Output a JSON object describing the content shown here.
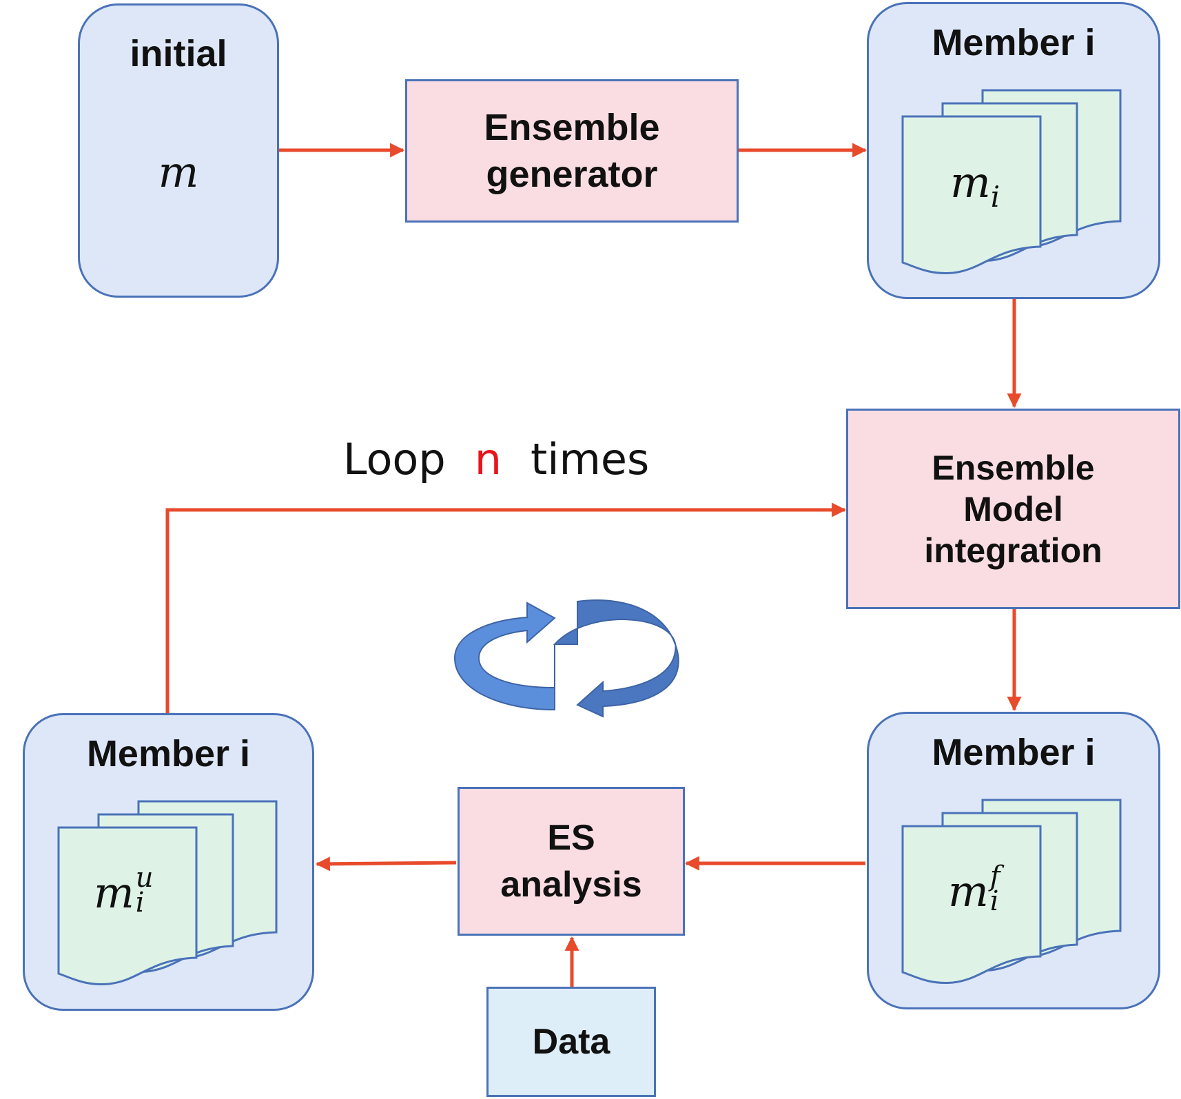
{
  "colors": {
    "arrow": "#e84a2c",
    "rounded_fill": "#dde7f8",
    "border": "#4a72b8",
    "process_fill": "#fadde2",
    "data_fill": "#ddeef9",
    "document_fill": "#def3e6",
    "loop_number": "#e8141b",
    "cycle_icon": "#5b8fdc"
  },
  "initial_box": {
    "title": "initial",
    "variable": "m"
  },
  "ensemble_generator": {
    "line1": "Ensemble",
    "line2": "generator"
  },
  "member_top_right": {
    "title": "Member i",
    "variable": "m",
    "subscript": "i",
    "superscript": ""
  },
  "ensemble_model_integration": {
    "line1": "Ensemble",
    "line2": "Model",
    "line3": "integration"
  },
  "member_bottom_right": {
    "title": "Member i",
    "variable": "m",
    "subscript": "i",
    "superscript": "f"
  },
  "es_analysis": {
    "line1": "ES",
    "line2": "analysis"
  },
  "data_box": {
    "label": "Data"
  },
  "member_bottom_left": {
    "title": "Member i",
    "variable": "m",
    "subscript": "i",
    "superscript": "u"
  },
  "loop_label": {
    "prefix": "Loop",
    "count": "n",
    "suffix": "times"
  },
  "cycle_icon": "circular-arrows-icon"
}
